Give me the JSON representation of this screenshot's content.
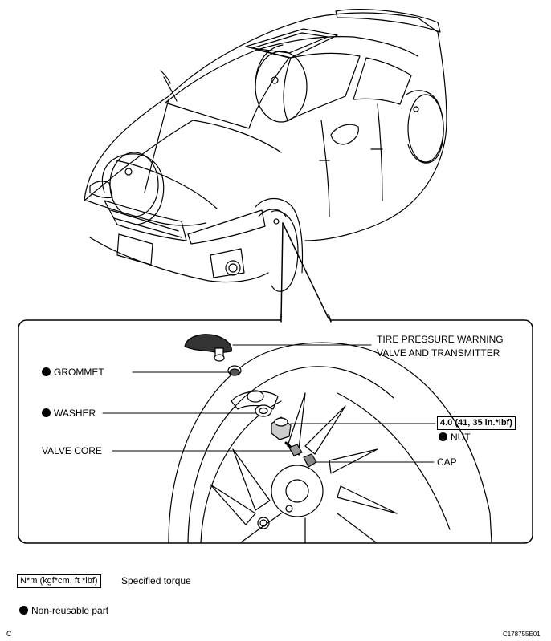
{
  "callouts": {
    "tpms_line1": "TIRE PRESSURE WARNING",
    "tpms_line2": "VALVE AND TRANSMITTER",
    "grommet": "GROMMET",
    "washer": "WASHER",
    "valve_core": "VALVE CORE",
    "nut": "NUT",
    "cap": "CAP",
    "torque_value": "4.0 (41, 35 in.*lbf)"
  },
  "legend": {
    "torque_box": "N*m (kgf*cm, ft *lbf)",
    "torque_desc": "Specified torque",
    "nonreusable": "Non-reusable part"
  },
  "footer": {
    "corner_letter": "C",
    "figure_id": "C178755E01"
  }
}
